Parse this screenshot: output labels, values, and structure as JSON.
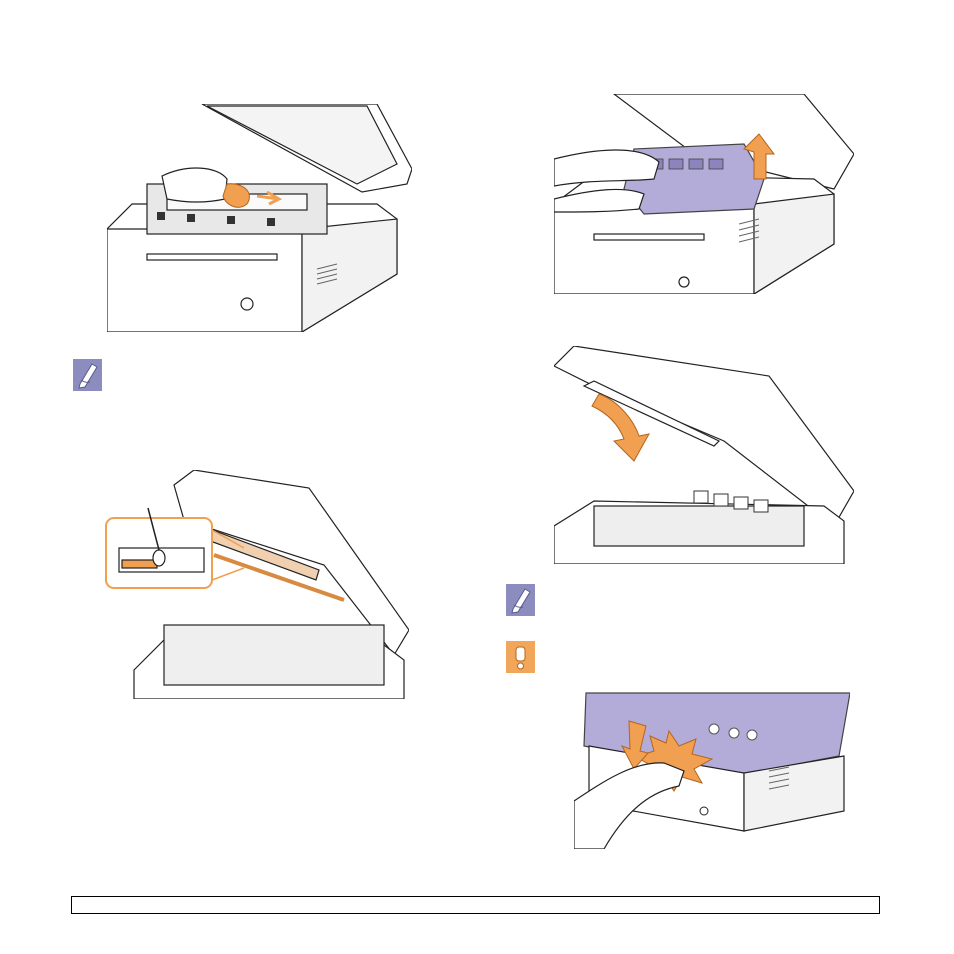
{
  "figures": [
    {
      "name": "figure-clean-inside-with-cloth"
    },
    {
      "name": "figure-remove-toner-cartridge"
    },
    {
      "name": "figure-close-scan-unit"
    },
    {
      "name": "figure-clean-lsu-window-with-swab"
    },
    {
      "name": "figure-finger-caught-warning"
    }
  ],
  "icons": {
    "note": "note-icon",
    "caution": "caution-icon"
  },
  "colors": {
    "accent_orange": "#f0a050",
    "lavender": "#b4acd8",
    "icon_purple": "#8c8cbf",
    "caution_orange": "#f2a65a"
  }
}
